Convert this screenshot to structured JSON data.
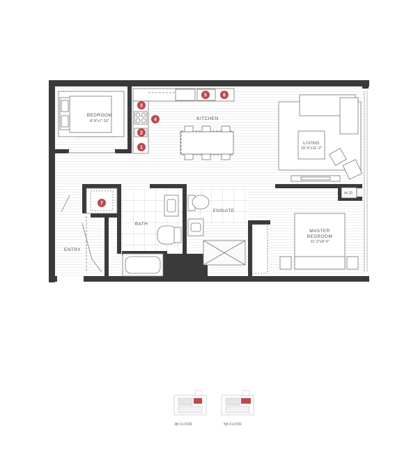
{
  "rooms": {
    "bedroom": {
      "name": "BEDROOM",
      "dim": "8'-9\"x7'-10\""
    },
    "kitchen": {
      "name": "KITCHEN"
    },
    "living": {
      "name": "LIVING",
      "dim": "15'-6\"x11'-2\""
    },
    "hp": {
      "name": "H.P."
    },
    "ensuite": {
      "name": "ENSUITE"
    },
    "bath": {
      "name": "BATH"
    },
    "entry": {
      "name": "ENTRY"
    },
    "master": {
      "line1": "MASTER",
      "line2": "BEDROOM",
      "dim": "11'-2\"x9'-6\""
    }
  },
  "markers": [
    "1",
    "2",
    "3",
    "4",
    "5",
    "6",
    "7"
  ],
  "key_plans": [
    {
      "label": "4th FLOOR"
    },
    {
      "label": "5th FLOOR"
    }
  ],
  "colors": {
    "wall": "#3a3a3a",
    "marker": "#c4464b",
    "highlight": "#c4464b",
    "floor": "#d9d9d9"
  }
}
